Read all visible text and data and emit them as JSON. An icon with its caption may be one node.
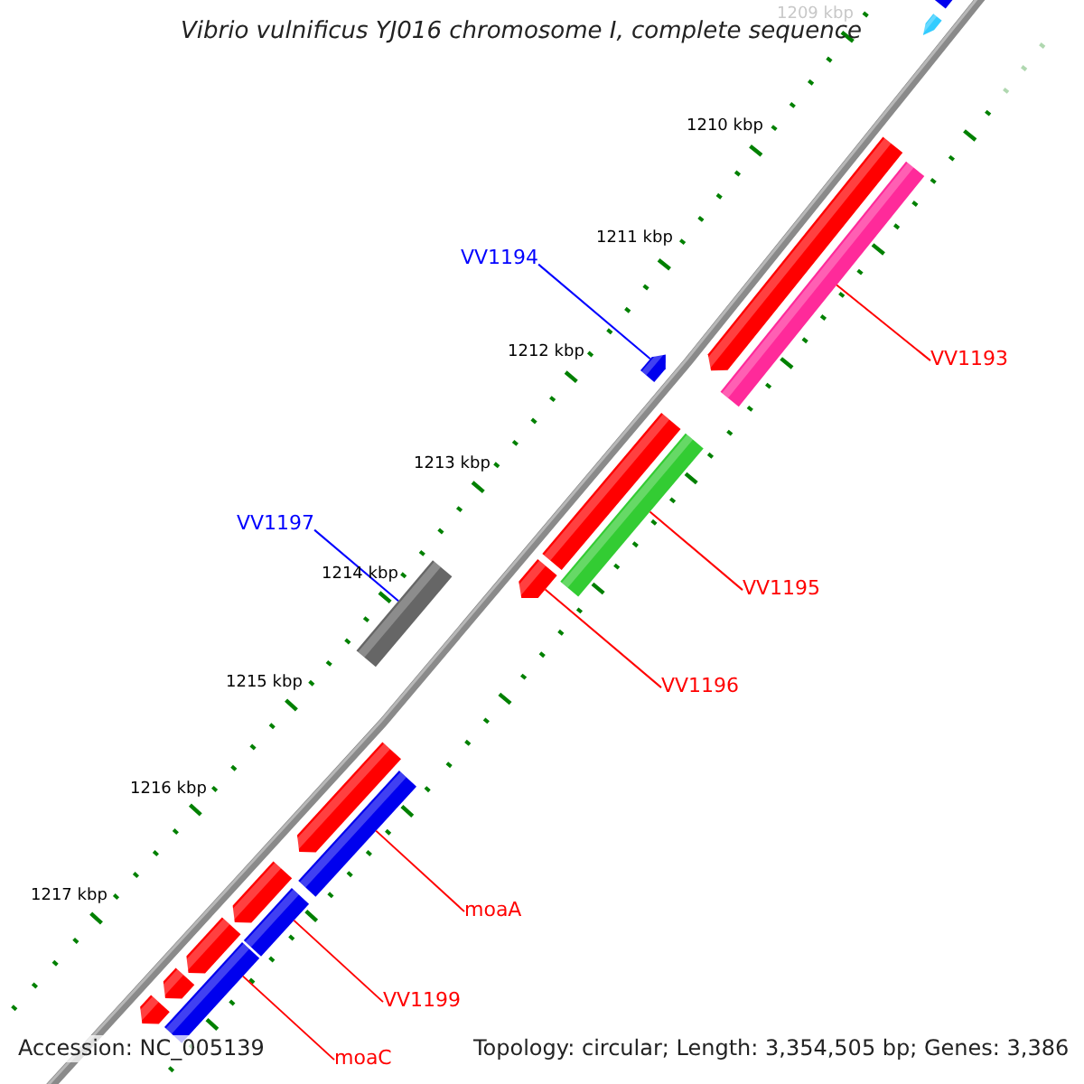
{
  "diagram": {
    "title": "Vibrio vulnificus YJ016 chromosome I, complete sequence",
    "nodes": [
      {
        "text": [
          "VV1194"
        ]
      },
      {
        "text": [
          "VV1193"
        ]
      },
      {
        "text": [
          "VV1197"
        ]
      },
      {
        "text": [
          "VV1195"
        ]
      },
      {
        "text": [
          "VV1196"
        ]
      },
      {
        "text": [
          "moaA"
        ]
      },
      {
        "text": [
          "VV1199"
        ]
      },
      {
        "text": [
          "moaC"
        ]
      },
      {
        "text": [],
        "shape": "bar"
      },
      {
        "text": [],
        "shape": "bar"
      },
      {
        "text": [],
        "shape": "bar"
      },
      {
        "text": [],
        "shape": "bar"
      },
      {
        "text": [],
        "shape": "bar"
      },
      {
        "text": [],
        "shape": "bar"
      },
      {
        "text": [],
        "shape": "bar"
      },
      {
        "text": [],
        "shape": "bar"
      }
    ],
    "edges": [
      {
        "from": 0,
        "to": 9,
        "arrow": "none",
        "color": "#0000ff"
      },
      {
        "from": 1,
        "to": 8,
        "arrow": "none"
      },
      {
        "from": 2,
        "to": 12,
        "arrow": "none",
        "color": "#0000ff"
      },
      {
        "from": 3,
        "to": 10,
        "arrow": "none"
      },
      {
        "from": 4,
        "to": 11,
        "arrow": "none"
      },
      {
        "from": 5,
        "to": 13,
        "arrow": "none"
      },
      {
        "from": 6,
        "to": 14,
        "arrow": "none"
      },
      {
        "from": 7,
        "to": 15,
        "arrow": "none"
      }
    ],
    "labels": [
      "1209 kbp",
      "1210 kbp",
      "1211 kbp",
      "1212 kbp",
      "1213 kbp",
      "1214 kbp",
      "1215 kbp",
      "1216 kbp",
      "1217 kbp",
      "Accession: NC_005139",
      "Topology: circular; Length: 3,354,505 bp; Genes: 3,386"
    ]
  }
}
